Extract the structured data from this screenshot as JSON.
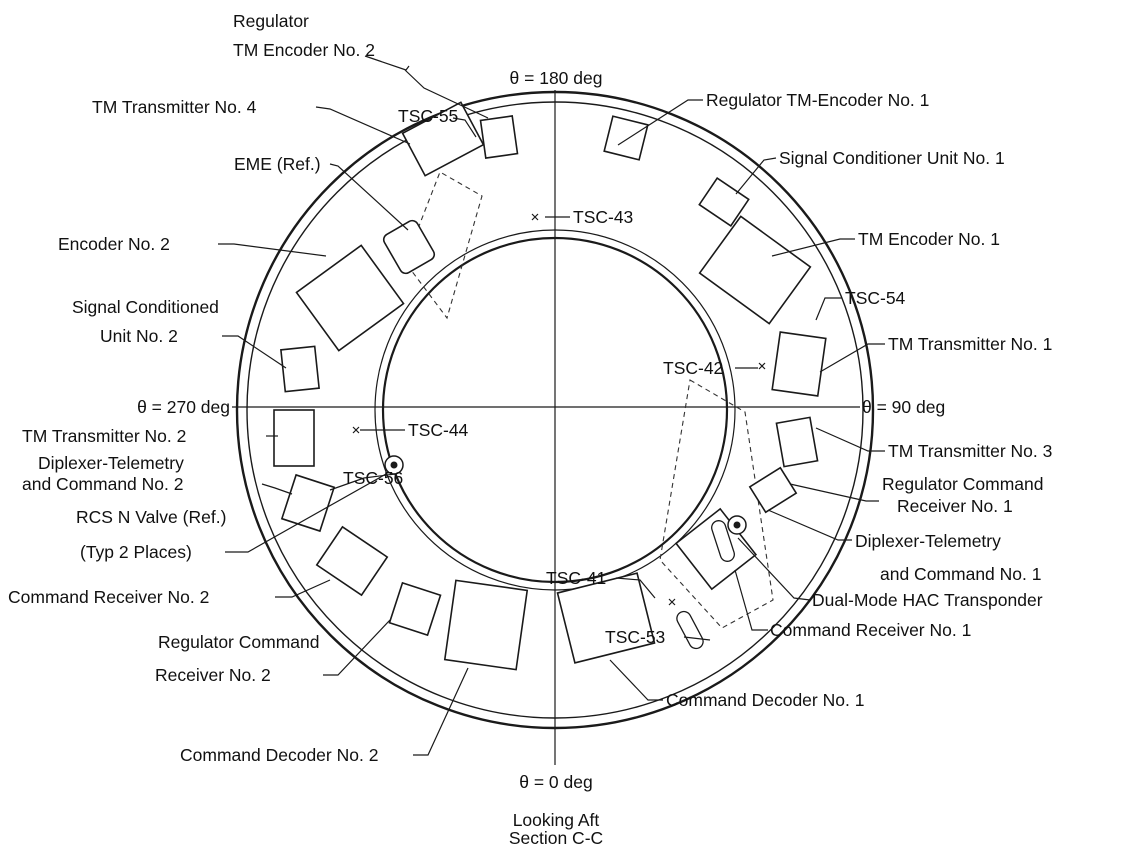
{
  "angles": {
    "top": "θ = 180 deg",
    "right": "θ = 90 deg",
    "left": "θ = 270 deg",
    "bottom": "θ = 0 deg"
  },
  "caption": {
    "line1": "Looking Aft",
    "line2": "Section C-C"
  },
  "labels": {
    "reg_tm_enc_2_a": "Regulator",
    "reg_tm_enc_2_b": "TM Encoder No. 2",
    "tm_tx_4": "TM Transmitter No. 4",
    "tsc55": "TSC-55",
    "eme": "EME (Ref.)",
    "reg_tm_enc_1": "Regulator TM-Encoder No. 1",
    "scu_1": "Signal Conditioner Unit No. 1",
    "tsc43": "TSC-43",
    "encoder_2": "Encoder No. 2",
    "tm_enc_1": "TM Encoder No. 1",
    "scu_2_a": "Signal Conditioned",
    "scu_2_b": "Unit No. 2",
    "tsc54": "TSC-54",
    "tm_tx_1": "TM Transmitter No. 1",
    "tsc42": "TSC-42",
    "tsc44": "TSC-44",
    "tm_tx_2": "TM Transmitter No. 2",
    "tm_tx_3": "TM Transmitter No. 3",
    "dip_2_a": "Diplexer-Telemetry",
    "dip_2_b": "and Command No. 2",
    "tsc56": "TSC-56",
    "rcs_a": "RCS N Valve (Ref.)",
    "rcs_b": "(Typ 2 Places)",
    "reg_cmd_rx_1_a": "Regulator Command",
    "reg_cmd_rx_1_b": "Receiver No. 1",
    "dip_1_a": "Diplexer-Telemetry",
    "dip_1_b": "and Command No. 1",
    "cmd_rx_2": "Command Receiver No. 2",
    "tsc41": "TSC-41",
    "tsc53": "TSC-53",
    "dual_mode": "Dual-Mode HAC Transponder",
    "reg_cmd_rx_2_a": "Regulator Command",
    "reg_cmd_rx_2_b": "Receiver No. 2",
    "cmd_rx_1": "Command Receiver No. 1",
    "cmd_dec_1": "Command Decoder No. 1",
    "cmd_dec_2": "Command Decoder No. 2"
  }
}
